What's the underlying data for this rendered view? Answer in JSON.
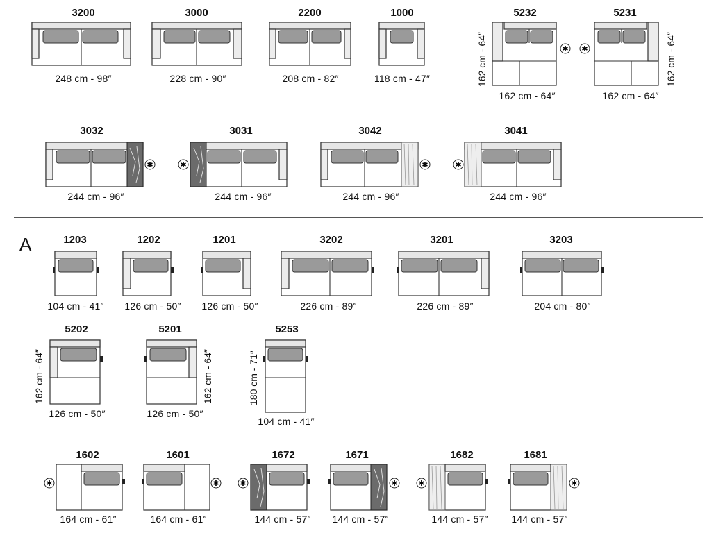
{
  "section_label": "A",
  "row1": [
    {
      "code": "3200",
      "dim": "248 cm - 98″"
    },
    {
      "code": "3000",
      "dim": "228 cm - 90″"
    },
    {
      "code": "2200",
      "dim": "208 cm - 82″"
    },
    {
      "code": "1000",
      "dim": "118 cm - 47″"
    },
    {
      "code": "5232",
      "dim": "162 cm - 64″",
      "vdim": "162 cm - 64″"
    },
    {
      "code": "5231",
      "dim": "162 cm - 64″",
      "vdim": "162 cm - 64″"
    }
  ],
  "row2": [
    {
      "code": "3032",
      "dim": "244 cm - 96″"
    },
    {
      "code": "3031",
      "dim": "244 cm - 96″"
    },
    {
      "code": "3042",
      "dim": "244 cm - 96″"
    },
    {
      "code": "3041",
      "dim": "244 cm - 96″"
    }
  ],
  "row3": [
    {
      "code": "1203",
      "dim": "104 cm - 41″"
    },
    {
      "code": "1202",
      "dim": "126 cm - 50″"
    },
    {
      "code": "1201",
      "dim": "126 cm - 50″"
    },
    {
      "code": "3202",
      "dim": "226 cm - 89″"
    },
    {
      "code": "3201",
      "dim": "226 cm - 89″"
    },
    {
      "code": "3203",
      "dim": "204 cm - 80″"
    }
  ],
  "row4": [
    {
      "code": "5202",
      "dim": "126 cm - 50″",
      "vdim": "162 cm - 64″"
    },
    {
      "code": "5201",
      "dim": "126 cm - 50″",
      "vdim": "162 cm - 64″"
    },
    {
      "code": "5253",
      "dim": "104 cm - 41″",
      "vdim": "180 cm - 71″"
    }
  ],
  "row5": [
    {
      "code": "1602",
      "dim": "164 cm - 61″"
    },
    {
      "code": "1601",
      "dim": "164 cm - 61″"
    },
    {
      "code": "1672",
      "dim": "144 cm - 57″"
    },
    {
      "code": "1671",
      "dim": "144 cm - 57″"
    },
    {
      "code": "1682",
      "dim": "144 cm - 57″"
    },
    {
      "code": "1681",
      "dim": "144 cm - 57″"
    }
  ]
}
